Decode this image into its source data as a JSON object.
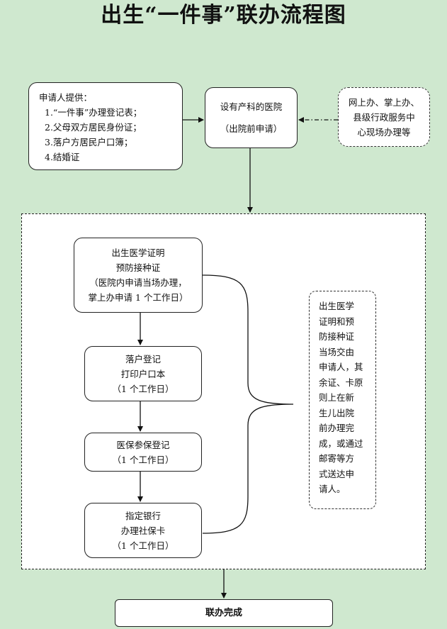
{
  "title": "出生“一件事”联办流程图",
  "applicant": {
    "heading": "申请人提供：",
    "items": [
      "1.“一件事”办理登记表；",
      "2.父母双方居民身份证；",
      "3.落户方居民户口簿；",
      "4.结婚证"
    ]
  },
  "hospital": {
    "line1": "设有产科的医院",
    "line2": "（出院前申请）"
  },
  "channels": {
    "lines": [
      "网上办、掌上办、",
      "县级行政服务中",
      "心现场办理等"
    ]
  },
  "steps": [
    {
      "lines": [
        "出生医学证明",
        "预防接种证",
        "（医院内申请当场办理，",
        "掌上办申请 1 个工作日）"
      ]
    },
    {
      "lines": [
        "落户登记",
        "打印户口本",
        "（1 个工作日）"
      ]
    },
    {
      "lines": [
        "医保参保登记",
        "（1 个工作日）"
      ]
    },
    {
      "lines": [
        "指定银行",
        "办理社保卡",
        "（1 个工作日）"
      ]
    }
  ],
  "note": {
    "lines": [
      "出生医学",
      "证明和预",
      "防接种证",
      "当场交由",
      "申请人，其",
      "余证、卡原",
      "则上在新",
      "生儿出院",
      "前办理完",
      "成，或通过",
      "邮寄等方",
      "式送达申",
      "请人。"
    ]
  },
  "final": "联办完成"
}
